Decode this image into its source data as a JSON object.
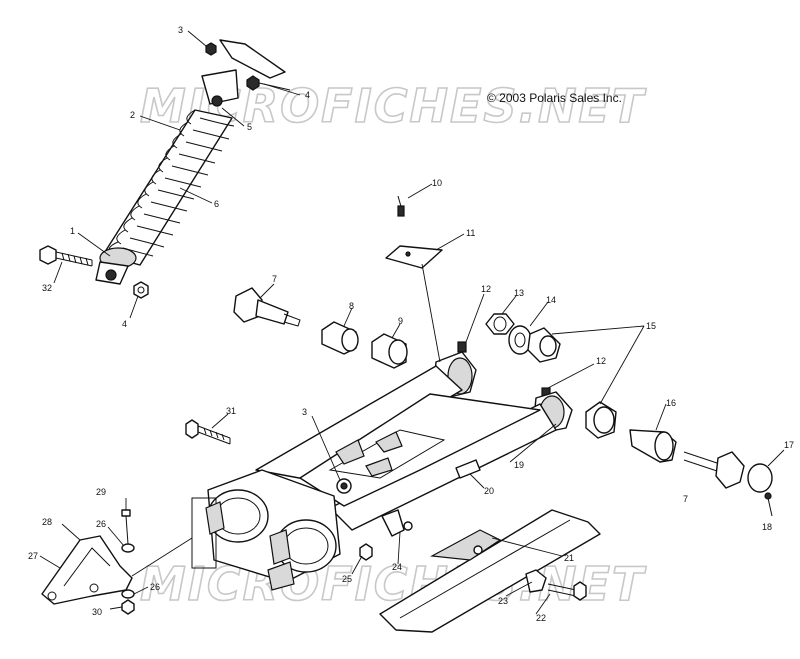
{
  "copyright": "© 2003 Polaris Sales Inc.",
  "watermark": "MICROFICHES.NET",
  "callouts": [
    {
      "id": "c1",
      "label": "1"
    },
    {
      "id": "c2",
      "label": "2"
    },
    {
      "id": "c3a",
      "label": "3"
    },
    {
      "id": "c3b",
      "label": "3"
    },
    {
      "id": "c4a",
      "label": "4"
    },
    {
      "id": "c4b",
      "label": "4"
    },
    {
      "id": "c5",
      "label": "5"
    },
    {
      "id": "c6",
      "label": "6"
    },
    {
      "id": "c7a",
      "label": "7"
    },
    {
      "id": "c7b",
      "label": "7"
    },
    {
      "id": "c8",
      "label": "8"
    },
    {
      "id": "c9",
      "label": "9"
    },
    {
      "id": "c10",
      "label": "10"
    },
    {
      "id": "c11",
      "label": "11"
    },
    {
      "id": "c12a",
      "label": "12"
    },
    {
      "id": "c12b",
      "label": "12"
    },
    {
      "id": "c13",
      "label": "13"
    },
    {
      "id": "c14",
      "label": "14"
    },
    {
      "id": "c15",
      "label": "15"
    },
    {
      "id": "c16",
      "label": "16"
    },
    {
      "id": "c17",
      "label": "17"
    },
    {
      "id": "c18",
      "label": "18"
    },
    {
      "id": "c19",
      "label": "19"
    },
    {
      "id": "c20",
      "label": "20"
    },
    {
      "id": "c21",
      "label": "21"
    },
    {
      "id": "c22",
      "label": "22"
    },
    {
      "id": "c23",
      "label": "23"
    },
    {
      "id": "c24",
      "label": "24"
    },
    {
      "id": "c25",
      "label": "25"
    },
    {
      "id": "c26a",
      "label": "26"
    },
    {
      "id": "c26b",
      "label": "26"
    },
    {
      "id": "c27",
      "label": "27"
    },
    {
      "id": "c28",
      "label": "28"
    },
    {
      "id": "c29",
      "label": "29"
    },
    {
      "id": "c30",
      "label": "30"
    },
    {
      "id": "c31",
      "label": "31"
    },
    {
      "id": "c32",
      "label": "32"
    }
  ]
}
